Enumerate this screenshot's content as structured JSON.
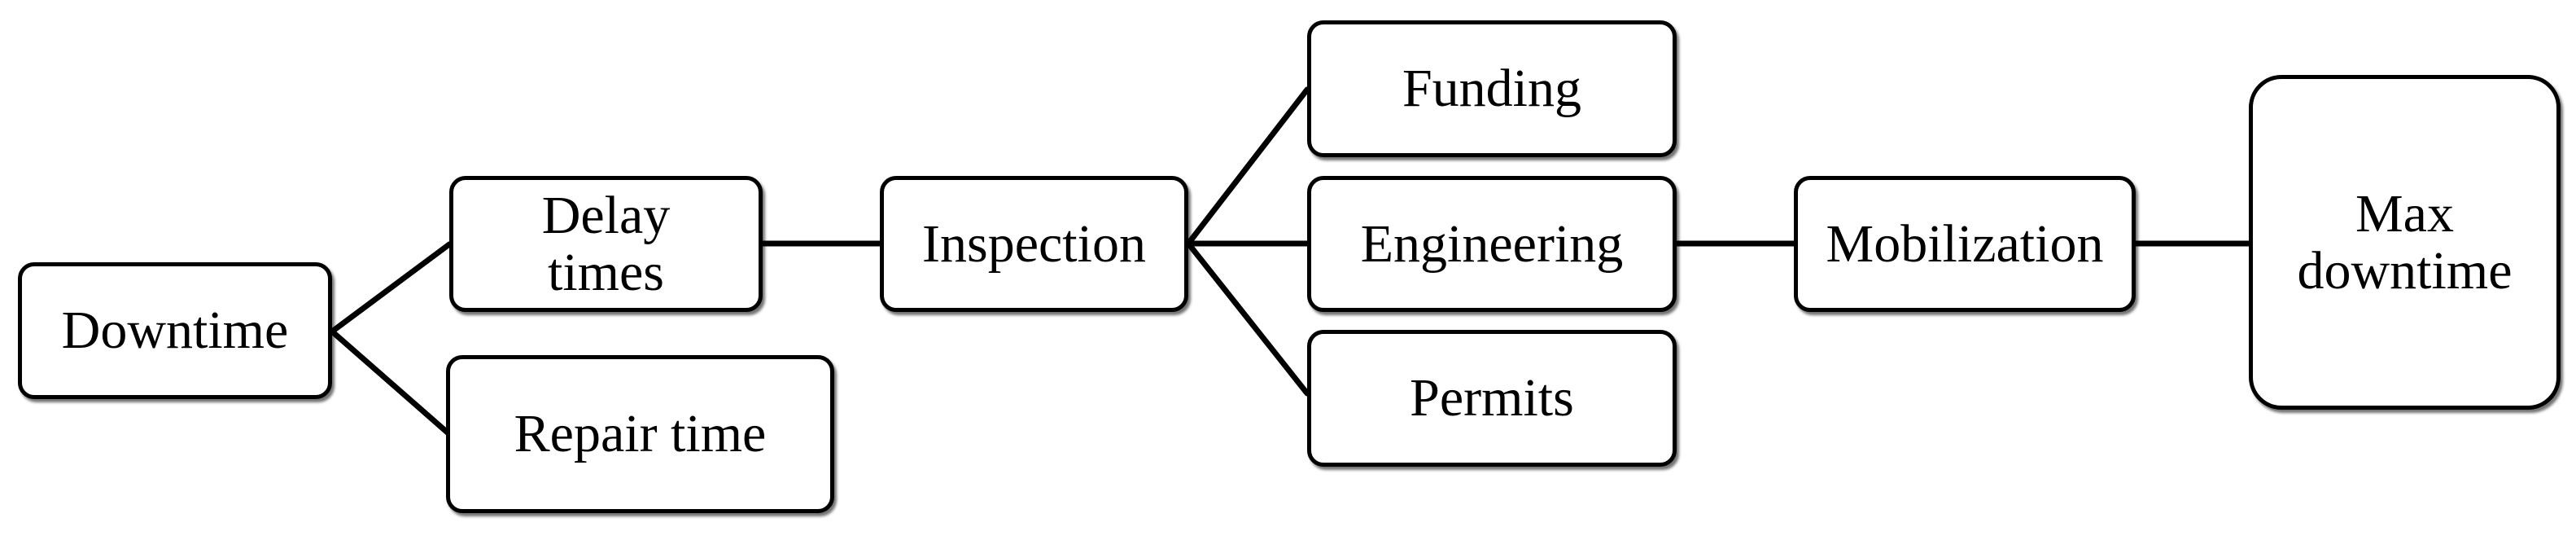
{
  "diagram": {
    "nodes": {
      "downtime": "Downtime",
      "delay_times": [
        "Delay",
        "times"
      ],
      "repair_time": "Repair time",
      "inspection": "Inspection",
      "funding": "Funding",
      "engineering": "Engineering",
      "permits": "Permits",
      "mobilization": "Mobilization",
      "max_downtime": [
        "Max",
        "downtime"
      ]
    }
  }
}
